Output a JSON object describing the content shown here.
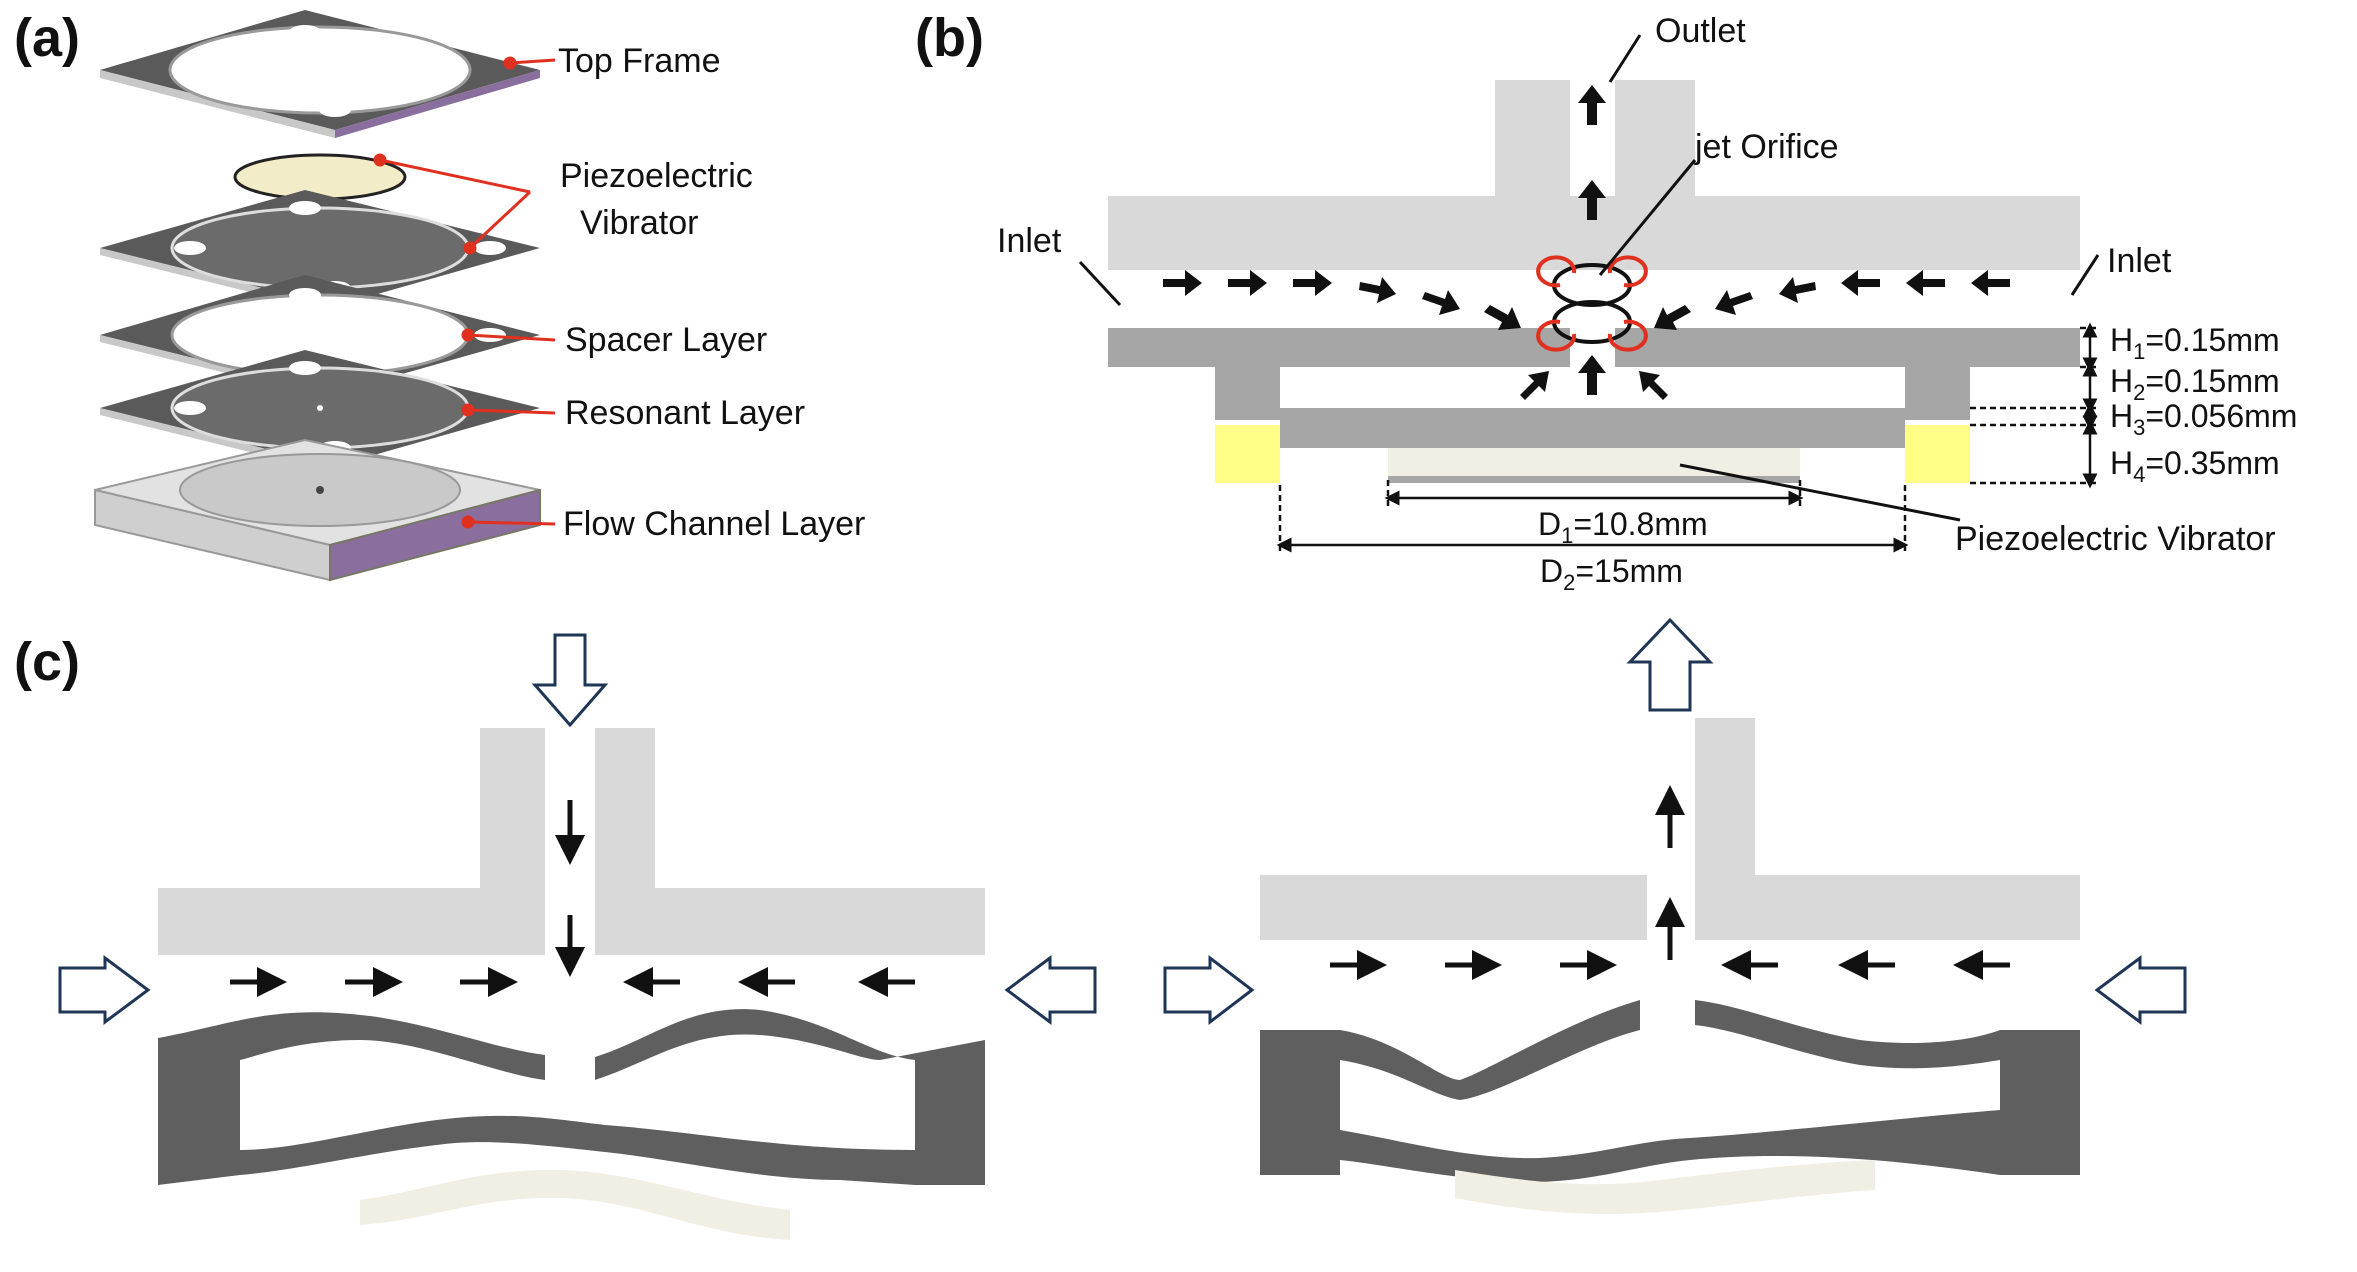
{
  "panels": {
    "a": "(a)",
    "b": "(b)",
    "c": "(c)"
  },
  "panel_a": {
    "layers": [
      "Top Frame",
      "Piezoelectric",
      "Vibrator",
      "Spacer Layer",
      "Resonant Layer",
      "Flow Channel Layer"
    ]
  },
  "panel_b": {
    "outlet": "Outlet",
    "jet_orifice": "jet Orifice",
    "inlet_left": "Inlet",
    "inlet_right": "Inlet",
    "piezo": "Piezoelectric Vibrator",
    "h1": {
      "base": "H",
      "sub": "1",
      "val": "=0.15mm"
    },
    "h2": {
      "base": "H",
      "sub": "2",
      "val": "=0.15mm"
    },
    "h3": {
      "base": "H",
      "sub": "3",
      "val": "=0.056mm"
    },
    "h4": {
      "base": "H",
      "sub": "4",
      "val": "=0.35mm"
    },
    "d1": {
      "base": "D",
      "sub": "1",
      "val": "=10.8mm"
    },
    "d2": {
      "base": "D",
      "sub": "2",
      "val": "=15mm"
    }
  },
  "colors": {
    "light_gray": "#d9d9d9",
    "mid_gray": "#a6a6a6",
    "dark_gray": "#5f5f5f",
    "yellow": "#ffff88",
    "cream": "#f1efe4",
    "red": "#e03020",
    "navy": "#1f3556"
  }
}
